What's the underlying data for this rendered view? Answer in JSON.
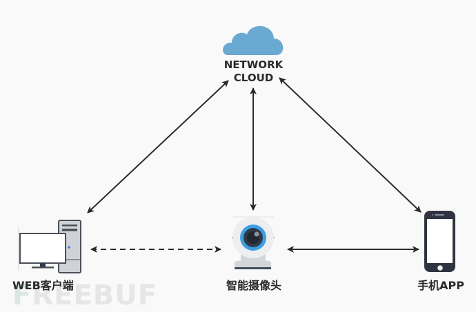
{
  "diagram": {
    "title": "Smart camera network architecture",
    "nodes": {
      "cloud": {
        "label_line1": "NETWORK",
        "label_line2": "CLOUD",
        "icon": "cloud-icon",
        "color": "#6aa9d2"
      },
      "web_client": {
        "label": "WEB客户端",
        "icon": "desktop-computer-icon"
      },
      "camera": {
        "label": "智能摄像头",
        "icon": "webcam-icon",
        "accent": "#3d9ee3"
      },
      "mobile_app": {
        "label": "手机APP",
        "icon": "smartphone-icon"
      }
    },
    "edges": [
      {
        "from": "web_client",
        "to": "cloud",
        "style": "solid",
        "direction": "bidirectional"
      },
      {
        "from": "camera",
        "to": "cloud",
        "style": "solid",
        "direction": "bidirectional"
      },
      {
        "from": "mobile_app",
        "to": "cloud",
        "style": "solid",
        "direction": "bidirectional"
      },
      {
        "from": "web_client",
        "to": "camera",
        "style": "dashed",
        "direction": "bidirectional"
      },
      {
        "from": "camera",
        "to": "mobile_app",
        "style": "solid",
        "direction": "bidirectional"
      }
    ],
    "arrow_color": "#2a2a2a"
  },
  "watermark": {
    "first": "F",
    "rest": "REEBUF"
  }
}
